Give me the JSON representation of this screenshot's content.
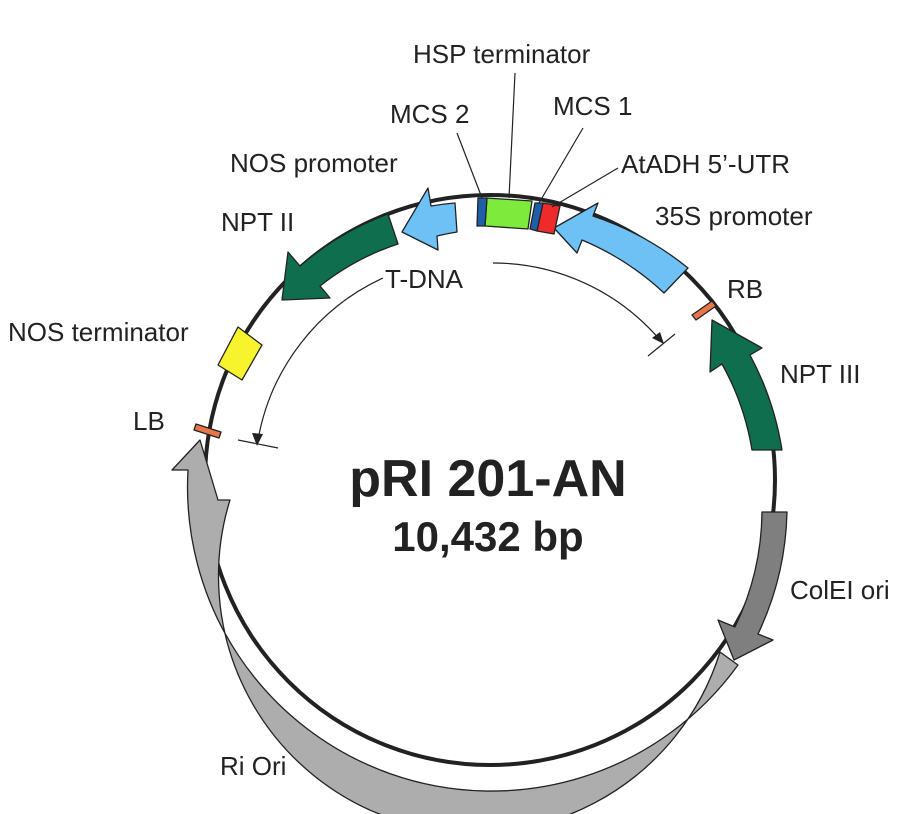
{
  "plasmid": {
    "name": "pRI 201-AN",
    "size": "10,432 bp"
  },
  "t_dna": {
    "label": "T-DNA"
  },
  "features": [
    {
      "key": "mcs2",
      "label": "MCS 2",
      "color": "#1e5fa8"
    },
    {
      "key": "hsp_terminator",
      "label": "HSP terminator",
      "color": "#7dea3c"
    },
    {
      "key": "mcs1",
      "label": "MCS 1",
      "color": "#1e5fa8"
    },
    {
      "key": "atadh_utr",
      "label": "AtADH 5’-UTR",
      "color": "#ee2b2b"
    },
    {
      "key": "promoter_35s",
      "label": "35S promoter",
      "color": "#6ec1f5"
    },
    {
      "key": "rb",
      "label": "RB",
      "color": "#e8764a"
    },
    {
      "key": "npt_iii",
      "label": "NPT III",
      "color": "#0f6e4d"
    },
    {
      "key": "colei_ori",
      "label": "ColEI ori",
      "color": "#7f7f7f"
    },
    {
      "key": "ri_ori",
      "label": "Ri Ori",
      "color": "#adadad"
    },
    {
      "key": "lb",
      "label": "LB",
      "color": "#e8764a"
    },
    {
      "key": "nos_terminator",
      "label": "NOS terminator",
      "color": "#f7f32c"
    },
    {
      "key": "npt_ii",
      "label": "NPT II",
      "color": "#0f6e4d"
    },
    {
      "key": "nos_promoter",
      "label": "NOS promoter",
      "color": "#6ec1f5"
    }
  ],
  "backbone_color": "#222222"
}
